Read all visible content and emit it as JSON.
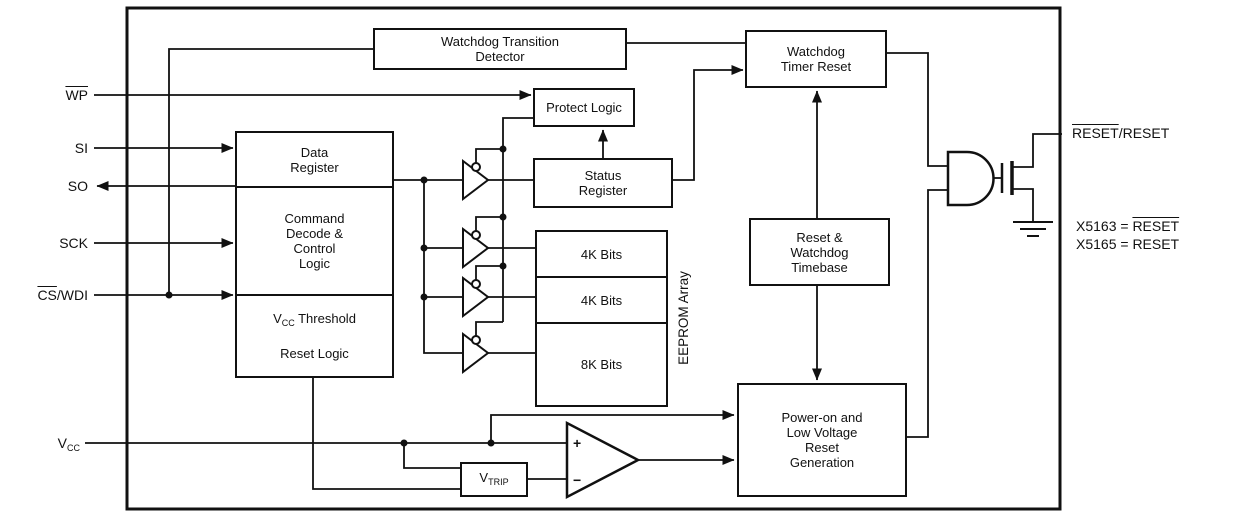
{
  "pins": {
    "wp": "WP",
    "si": "SI",
    "so": "SO",
    "sck": "SCK",
    "cs": "CS",
    "cs_suffix": "/WDI",
    "vcc_v": "V",
    "vcc_sub": "CC"
  },
  "boxes": {
    "watchdog_transition_detector": "Watchdog Transition\nDetector",
    "protect_logic": "Protect Logic",
    "status_register": "Status\nRegister",
    "data_register": "Data\nRegister",
    "command_decode": "Command\nDecode &\nControl\nLogic",
    "vcc_threshold": {
      "v": "V",
      "sub": "CC",
      "rest": " Threshold",
      "line2": "Reset Logic"
    },
    "watchdog_timer_reset": "Watchdog\nTimer Reset",
    "reset_watchdog_timebase": "Reset &\nWatchdog\nTimebase",
    "power_on": "Power-on and\nLow Voltage\nReset\nGeneration",
    "eeprom_sections": [
      "4K Bits",
      "4K Bits",
      "8K Bits"
    ],
    "eeprom_array_label": "EEPROM Array",
    "vtrip": {
      "v": "V",
      "sub": "TRIP"
    }
  },
  "comparator": {
    "plus": "+",
    "minus": "−"
  },
  "outputs": {
    "reset_overlined": "RESET",
    "reset_suffix": "/RESET",
    "x5163_prefix": "X5163 = ",
    "x5163_reset": "RESET",
    "x5165": "X5165 = RESET"
  },
  "colors": {
    "ink": "#111111",
    "background": "#ffffff"
  }
}
